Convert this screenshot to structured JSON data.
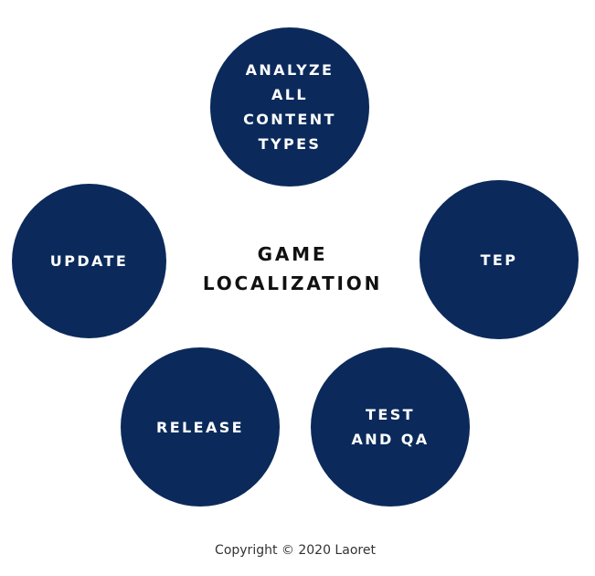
{
  "diagram": {
    "title": "GAME\nLOCALIZATION",
    "steps": [
      {
        "label": "ANALYZE\nALL\nCONTENT\nTYPES"
      },
      {
        "label": "TEP"
      },
      {
        "label": "TEST\nAND QA"
      },
      {
        "label": "RELEASE"
      },
      {
        "label": "UPDATE"
      }
    ],
    "circle_color": "#0b2a5b"
  },
  "footer": {
    "copyright": "Copyright © 2020 Laoret"
  }
}
